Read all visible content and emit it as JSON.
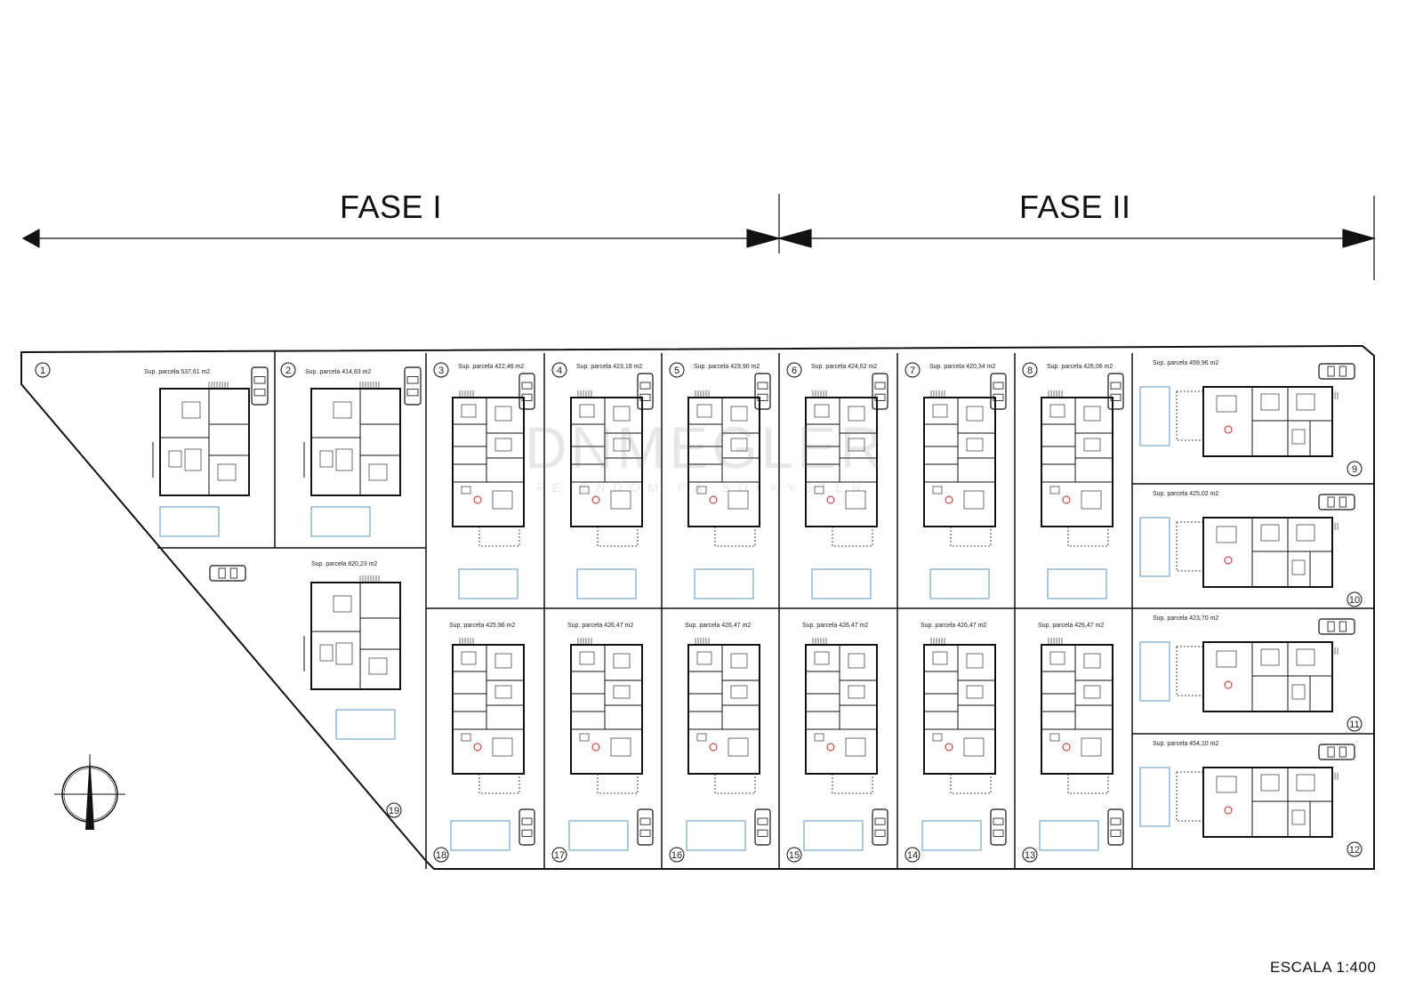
{
  "phases": [
    {
      "id": "1",
      "label": "FASE I"
    },
    {
      "id": "2",
      "label": "FASE II"
    }
  ],
  "scale": "ESCALA  1:400",
  "watermark": {
    "main": "DNMEGLER",
    "sub": "FEIENDOM PÅ SOLKYSTEN"
  },
  "north_arrow": "north-arrow-icon",
  "colors": {
    "line": "#111111",
    "pool": "#7aa7c7",
    "marker": "#cc2222"
  },
  "plots": [
    {
      "num": "1",
      "area": "Sup. parcela 537,61 m2"
    },
    {
      "num": "2",
      "area": "Sup. parcela 414,83 m2"
    },
    {
      "num": "3",
      "area": "Sup. parcela 422,46 m2"
    },
    {
      "num": "4",
      "area": "Sup. parcela 423,18 m2"
    },
    {
      "num": "5",
      "area": "Sup. parcela 423,90 m2"
    },
    {
      "num": "6",
      "area": "Sup. parcela 424,62 m2"
    },
    {
      "num": "7",
      "area": "Sup. parcela 420,34 m2"
    },
    {
      "num": "8",
      "area": "Sup. parcela 426,06 m2"
    },
    {
      "num": "9",
      "area": "Sup. parcela 459,96 m2"
    },
    {
      "num": "10",
      "area": "Sup. parcela 425,02 m2"
    },
    {
      "num": "11",
      "area": "Sup. parcela 423,70 m2"
    },
    {
      "num": "12",
      "area": "Sup. parcela 454,10 m2"
    },
    {
      "num": "13",
      "area": "Sup. parcela 426,47 m2"
    },
    {
      "num": "14",
      "area": "Sup. parcela 426,47 m2"
    },
    {
      "num": "15",
      "area": "Sup. parcela 426,47 m2"
    },
    {
      "num": "16",
      "area": "Sup. parcela 426,47 m2"
    },
    {
      "num": "17",
      "area": "Sup. parcela 426,47 m2"
    },
    {
      "num": "18",
      "area": "Sup. parcela 425,96 m2"
    },
    {
      "num": "19",
      "area": "Sup. parcela 820,23 m2"
    }
  ]
}
